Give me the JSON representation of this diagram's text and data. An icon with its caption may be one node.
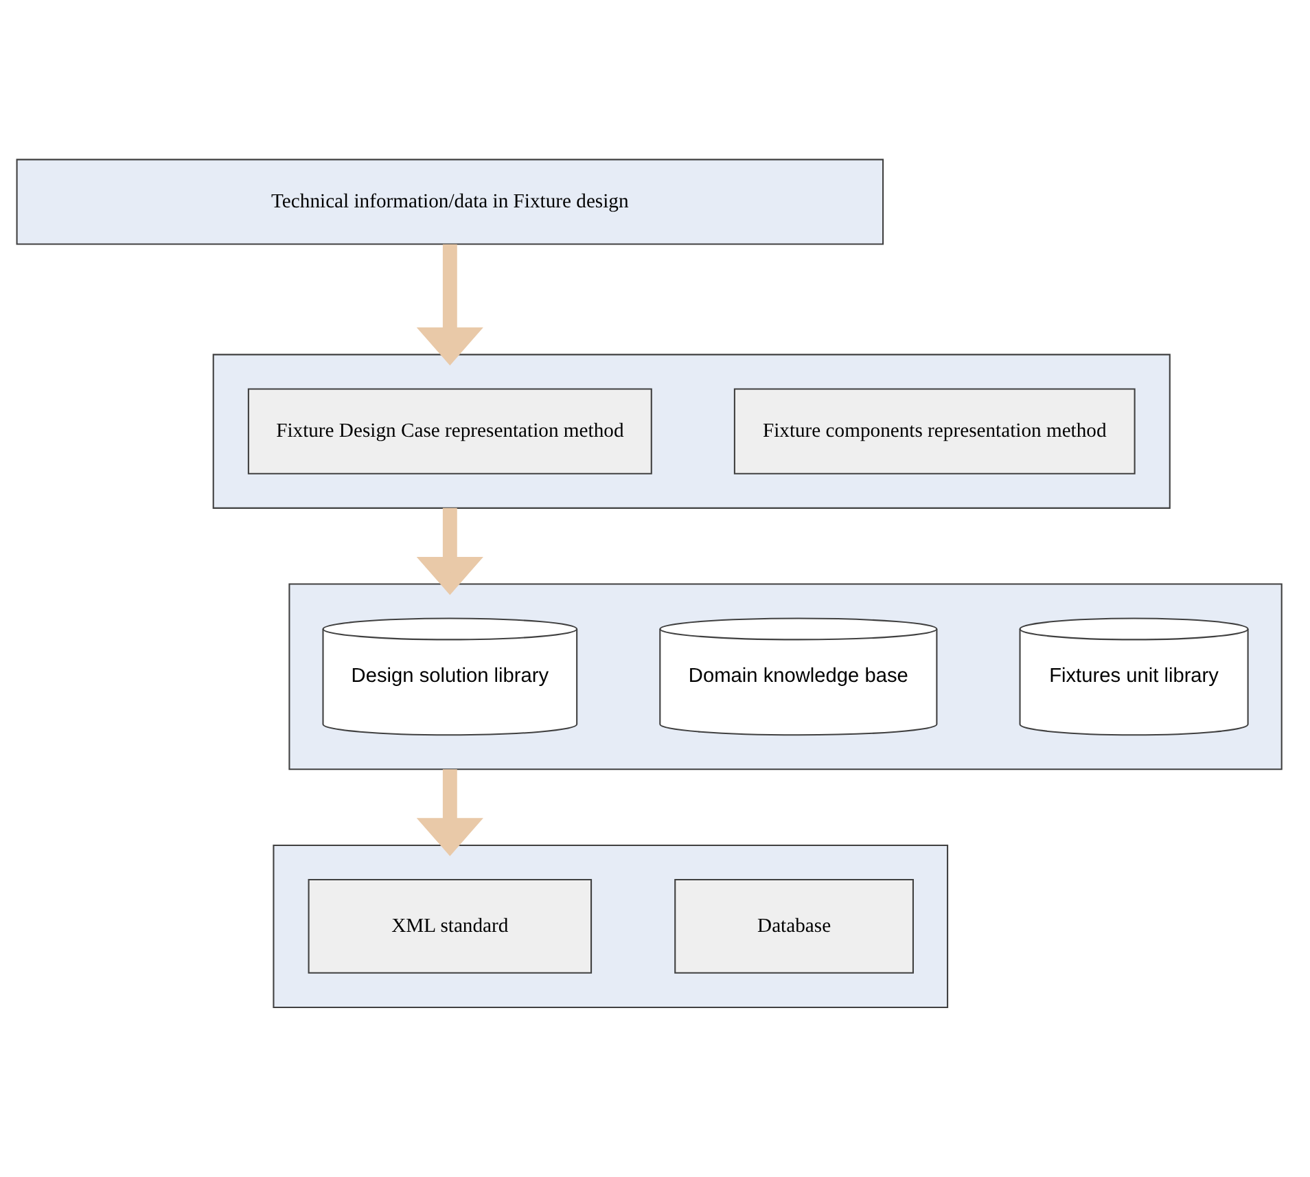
{
  "diagram": {
    "nodes": [
      {
        "text": [
          "Technical information/data in Fixture design"
        ]
      },
      {
        "text": [],
        "shape": "box"
      },
      {
        "text": [
          "Fixture Design Case representation method"
        ],
        "in": 1
      },
      {
        "text": [
          "Fixture components representation method"
        ],
        "in": 1
      },
      {
        "text": [],
        "shape": "box"
      },
      {
        "text": [
          "Design solution library"
        ],
        "in": 4
      },
      {
        "text": [
          "Domain knowledge base"
        ],
        "in": 4
      },
      {
        "text": [
          "Fixtures unit library"
        ],
        "in": 4
      },
      {
        "text": [],
        "shape": "box"
      },
      {
        "text": [
          "XML standard"
        ],
        "in": 8
      },
      {
        "text": [
          "Database"
        ],
        "in": 8
      }
    ],
    "edges": [
      {
        "from": 0,
        "to": 1,
        "arrow": "to"
      },
      {
        "from": 1,
        "to": 4,
        "arrow": "to"
      },
      {
        "from": 4,
        "to": 8,
        "arrow": "to"
      }
    ]
  }
}
